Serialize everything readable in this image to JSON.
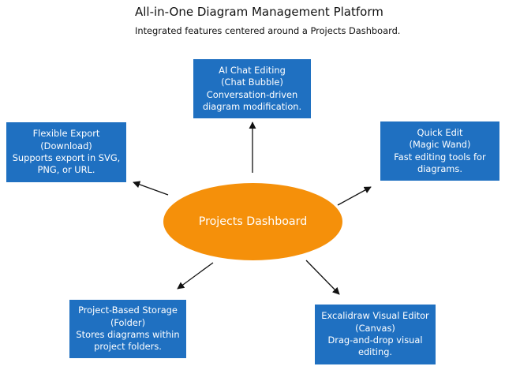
{
  "header": {
    "title": "All-in-One Diagram Management Platform",
    "subtitle": "Integrated features centered around a Projects Dashboard."
  },
  "center": {
    "label": "Projects Dashboard",
    "color": "#f5900a"
  },
  "features": [
    {
      "lines": [
        "AI Chat Editing",
        "(Chat Bubble)",
        "Conversation-driven",
        "diagram modification."
      ]
    },
    {
      "lines": [
        "Quick Edit",
        "(Magic Wand)",
        "Fast editing tools for",
        "diagrams."
      ]
    },
    {
      "lines": [
        "Excalidraw Visual Editor",
        "(Canvas)",
        "Drag-and-drop visual",
        "editing."
      ]
    },
    {
      "lines": [
        "Project-Based Storage",
        "(Folder)",
        "Stores diagrams within",
        "project folders."
      ]
    },
    {
      "lines": [
        "Flexible Export",
        "(Download)",
        "Supports export in SVG,",
        "PNG, or URL."
      ]
    }
  ],
  "colors": {
    "box_fill": "#1f70c1",
    "arrow": "#111111"
  }
}
